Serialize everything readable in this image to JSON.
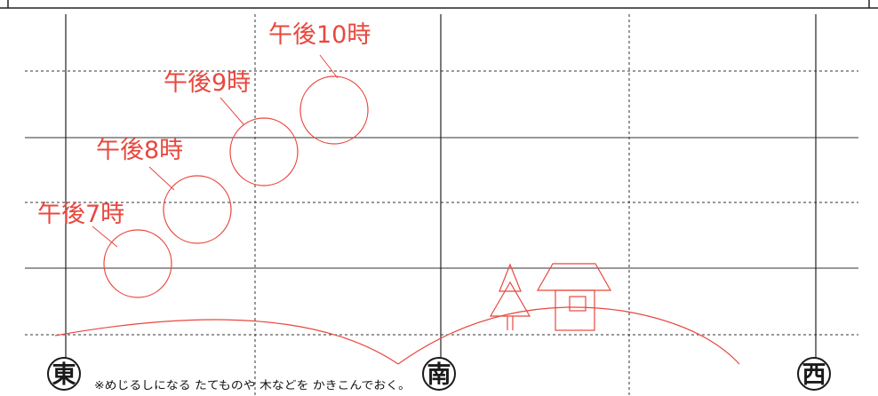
{
  "moon_positions": [
    {
      "time_label": "午後7時"
    },
    {
      "time_label": "午後8時"
    },
    {
      "time_label": "午後9時"
    },
    {
      "time_label": "午後10時"
    }
  ],
  "directions": {
    "east": "東",
    "south": "南",
    "west": "西"
  },
  "note": "※めじるしになる たてものや 木などを かきこんでおく。",
  "colors": {
    "moon": "#e8483f",
    "grid": "#222222",
    "text": "#111111"
  }
}
